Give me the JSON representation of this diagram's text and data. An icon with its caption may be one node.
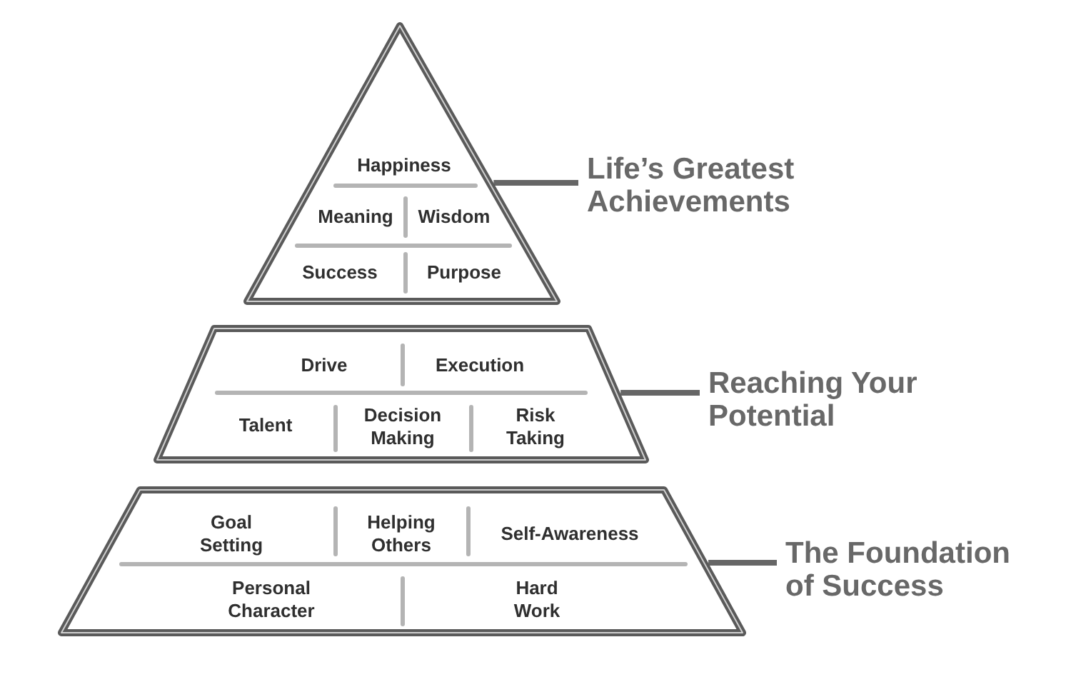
{
  "diagram": {
    "nodes": [
      {
        "text": [
          "Happiness",
          "Meaning",
          "Wisdom",
          "Success",
          "Purpose"
        ]
      },
      {
        "text": [
          "Life’s Greatest Achievements"
        ]
      },
      {
        "text": [
          "Drive",
          "Execution",
          "Talent",
          "Decision Making",
          "Risk Taking"
        ]
      },
      {
        "text": [
          "Reaching Your Potential"
        ]
      },
      {
        "text": [
          "Goal Setting",
          "Helping Others",
          "Self-Awareness",
          "Personal Character",
          "Hard Work"
        ]
      },
      {
        "text": [
          "The Foundation of Success"
        ]
      }
    ],
    "edges": [
      {
        "from": 1,
        "to": 0,
        "arrow": "none"
      },
      {
        "from": 3,
        "to": 2,
        "arrow": "none"
      },
      {
        "from": 5,
        "to": 4,
        "arrow": "none"
      }
    ]
  }
}
